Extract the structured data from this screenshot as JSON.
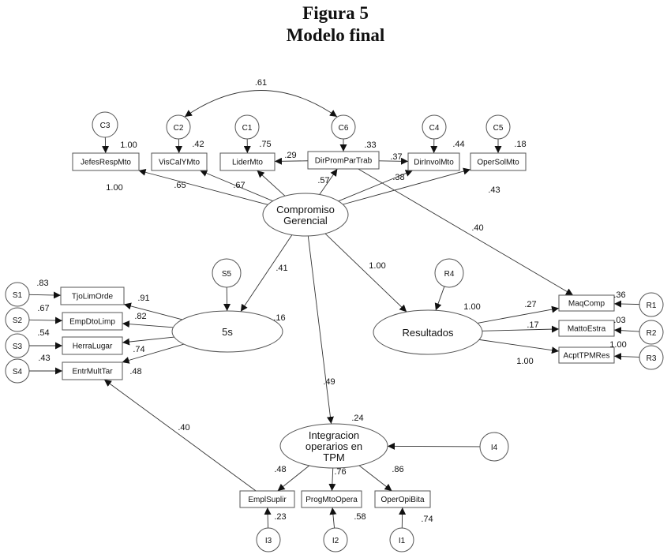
{
  "figure": {
    "title": "Figura 5",
    "subtitle": "Modelo final"
  },
  "latents": [
    {
      "id": "CG",
      "lines": [
        "Compromiso",
        "Gerencial"
      ]
    },
    {
      "id": "S",
      "lines": [
        "5s"
      ]
    },
    {
      "id": "R",
      "lines": [
        "Resultados"
      ]
    },
    {
      "id": "I",
      "lines": [
        "Integracion",
        "operarios en",
        "TPM"
      ]
    }
  ],
  "observed": [
    {
      "id": "JefesRespMto",
      "label": "JefesRespMto",
      "r2": "1.00"
    },
    {
      "id": "VisCalYMto",
      "label": "VisCalYMto",
      "r2": ".42"
    },
    {
      "id": "LiderMto",
      "label": "LiderMto",
      "r2": ".75"
    },
    {
      "id": "DirPromParTrab",
      "label": "DirPromParTrab",
      "r2": ".33"
    },
    {
      "id": "DirInvolMto",
      "label": "DirInvolMto",
      "r2": ".44"
    },
    {
      "id": "OperSolMto",
      "label": "OperSolMto",
      "r2": ".18"
    },
    {
      "id": "TjoLimOrde",
      "label": "TjoLimOrde",
      "r2": ".83"
    },
    {
      "id": "EmpDtoLimp",
      "label": "EmpDtoLimp",
      "r2": ".67"
    },
    {
      "id": "HerraLugar",
      "label": "HerraLugar",
      "r2": ".54"
    },
    {
      "id": "EntrMultTar",
      "label": "EntrMultTar",
      "r2": ".43"
    },
    {
      "id": "MaqComp",
      "label": "MaqComp",
      "r2": ".36"
    },
    {
      "id": "MattoEstra",
      "label": "MattoEstra",
      "r2": ".03"
    },
    {
      "id": "AcptTPMRes",
      "label": "AcptTPMRes",
      "r2": "1.00"
    },
    {
      "id": "EmplSuplir",
      "label": "EmplSuplir",
      "r2": ".23"
    },
    {
      "id": "ProgMtoOpera",
      "label": "ProgMtoOpera",
      "r2": ".58"
    },
    {
      "id": "OperOpiBita",
      "label": "OperOpiBita",
      "r2": ".74"
    }
  ],
  "errors": [
    "C1",
    "C2",
    "C3",
    "C4",
    "C5",
    "C6",
    "S1",
    "S2",
    "S3",
    "S4",
    "S5",
    "R1",
    "R2",
    "R3",
    "R4",
    "I1",
    "I2",
    "I3",
    "I4"
  ],
  "latent_r2": {
    "S": ".16",
    "R": "1.00",
    "I": ".24"
  },
  "paths": [
    {
      "from": "CG",
      "to": "JefesRespMto",
      "coef": "1.00"
    },
    {
      "from": "CG",
      "to": "VisCalYMto",
      "coef": ".65"
    },
    {
      "from": "CG",
      "to": "LiderMto",
      "coef": ".67"
    },
    {
      "from": "CG",
      "to": "DirPromParTrab",
      "coef": ".57"
    },
    {
      "from": "CG",
      "to": "DirInvolMto",
      "coef": ".38"
    },
    {
      "from": "CG",
      "to": "OperSolMto",
      "coef": ".43"
    },
    {
      "from": "DirPromParTrab",
      "to": "LiderMto",
      "coef": ".29"
    },
    {
      "from": "DirPromParTrab",
      "to": "DirInvolMto",
      "coef": ".37"
    },
    {
      "from": "DirPromParTrab",
      "to": "MaqComp",
      "coef": ".40"
    },
    {
      "from": "CG",
      "to": "S",
      "coef": ".41"
    },
    {
      "from": "CG",
      "to": "R",
      "coef": "1.00"
    },
    {
      "from": "CG",
      "to": "I",
      "coef": ".49"
    },
    {
      "from": "S",
      "to": "TjoLimOrde",
      "coef": ".91"
    },
    {
      "from": "S",
      "to": "EmpDtoLimp",
      "coef": ".82"
    },
    {
      "from": "S",
      "to": "HerraLugar",
      "coef": ".74"
    },
    {
      "from": "S",
      "to": "EntrMultTar",
      "coef": ".48"
    },
    {
      "from": "R",
      "to": "MaqComp",
      "coef": ".27"
    },
    {
      "from": "R",
      "to": "MattoEstra",
      "coef": ".17"
    },
    {
      "from": "R",
      "to": "AcptTPMRes",
      "coef": "1.00"
    },
    {
      "from": "I",
      "to": "EmplSuplir",
      "coef": ".48"
    },
    {
      "from": "I",
      "to": "ProgMtoOpera",
      "coef": ".76"
    },
    {
      "from": "I",
      "to": "OperOpiBita",
      "coef": ".86"
    },
    {
      "from": "EmplSuplir",
      "to": "EntrMultTar",
      "coef": ".40"
    }
  ],
  "covariances": [
    {
      "between": [
        "C2",
        "C6"
      ],
      "coef": ".61"
    }
  ]
}
